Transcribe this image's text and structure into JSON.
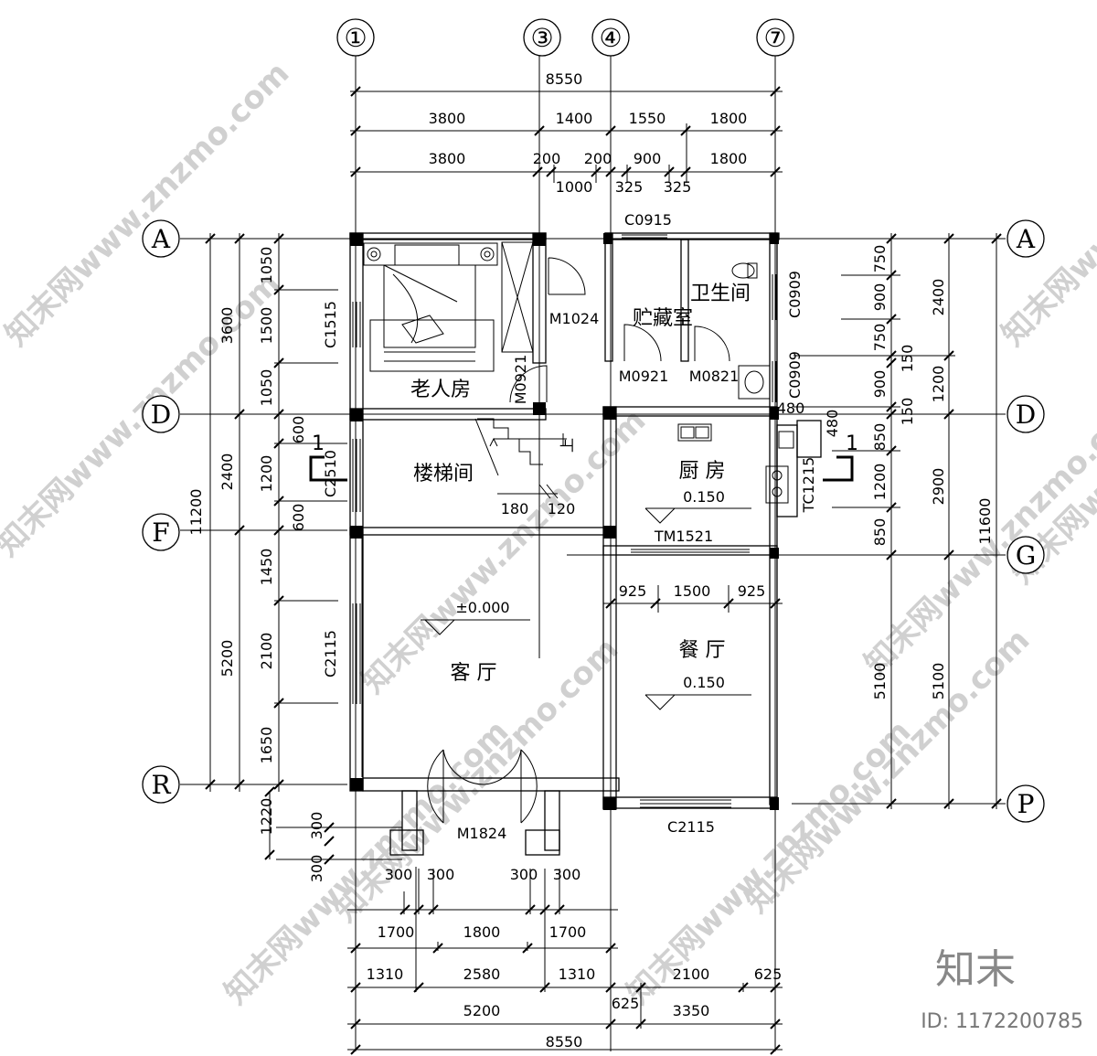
{
  "axes": {
    "top": [
      {
        "id": "1",
        "label": "①"
      },
      {
        "id": "3",
        "label": "③"
      },
      {
        "id": "4",
        "label": "④"
      },
      {
        "id": "7",
        "label": "⑦"
      }
    ],
    "left": [
      "A",
      "D",
      "F",
      "R"
    ],
    "right": [
      "A",
      "D",
      "G",
      "P"
    ]
  },
  "dims": {
    "top_total": "8550",
    "top_row1": [
      "3800",
      "1400",
      "1550",
      "1800"
    ],
    "top_row2": [
      "3800",
      "200",
      "200",
      "900",
      "1800"
    ],
    "top_row3": [
      "1000",
      "325",
      "325"
    ],
    "left_outer": [
      "11200"
    ],
    "left_mid": [
      "3600",
      "2400",
      "5200"
    ],
    "left_inner": [
      "1050",
      "1500",
      "1050",
      "600",
      "1200",
      "600",
      "1450",
      "2100",
      "1650"
    ],
    "left_porch": [
      "1220",
      "300",
      "300"
    ],
    "right_inner": [
      "750",
      "900",
      "750",
      "150",
      "900",
      "150",
      "850",
      "1200",
      "850"
    ],
    "right_mid": [
      "2400",
      "1200",
      "2900",
      "5100",
      "5100"
    ],
    "right_outer": [
      "11600"
    ],
    "kitchen_small": [
      "480",
      "480"
    ],
    "stair": [
      "180",
      "120"
    ],
    "dining": [
      "925",
      "1500",
      "925"
    ],
    "bottom_row0": [
      "300",
      "300",
      "300",
      "300"
    ],
    "bottom_row1": [
      "1700",
      "1800",
      "1700"
    ],
    "bottom_row2": [
      "1310",
      "2580",
      "1310",
      "2100",
      "625"
    ],
    "bottom_row3": [
      "5200",
      "625",
      "3350"
    ],
    "bottom_total": "8550"
  },
  "rooms": {
    "elder": "老人房",
    "storage": "贮藏室",
    "bath": "卫生间",
    "stair": "楼梯间",
    "kitchen": "厨 房",
    "living": "客 厅",
    "dining": "餐 厅"
  },
  "levels": {
    "kitchen": "0.150",
    "living": "±0.000",
    "dining": "0.150"
  },
  "labels": {
    "c0915": "C0915",
    "m1024": "M1024",
    "m0921a": "M0921",
    "m0921b": "M0921",
    "m0821": "M0821",
    "c1515": "C1515",
    "c0909a": "C0909",
    "c0909b": "C0909",
    "c2510": "C2510",
    "tc1215": "TC1215",
    "tm1521": "TM1521",
    "c2115a": "C2115",
    "c2115b": "C2115",
    "m1824": "M1824",
    "s1": "1",
    "s2": "1",
    "up": "上"
  },
  "brand": {
    "name": "知末",
    "id": "ID: 1172200785"
  },
  "watermark": "知末网www.znzmo.com"
}
